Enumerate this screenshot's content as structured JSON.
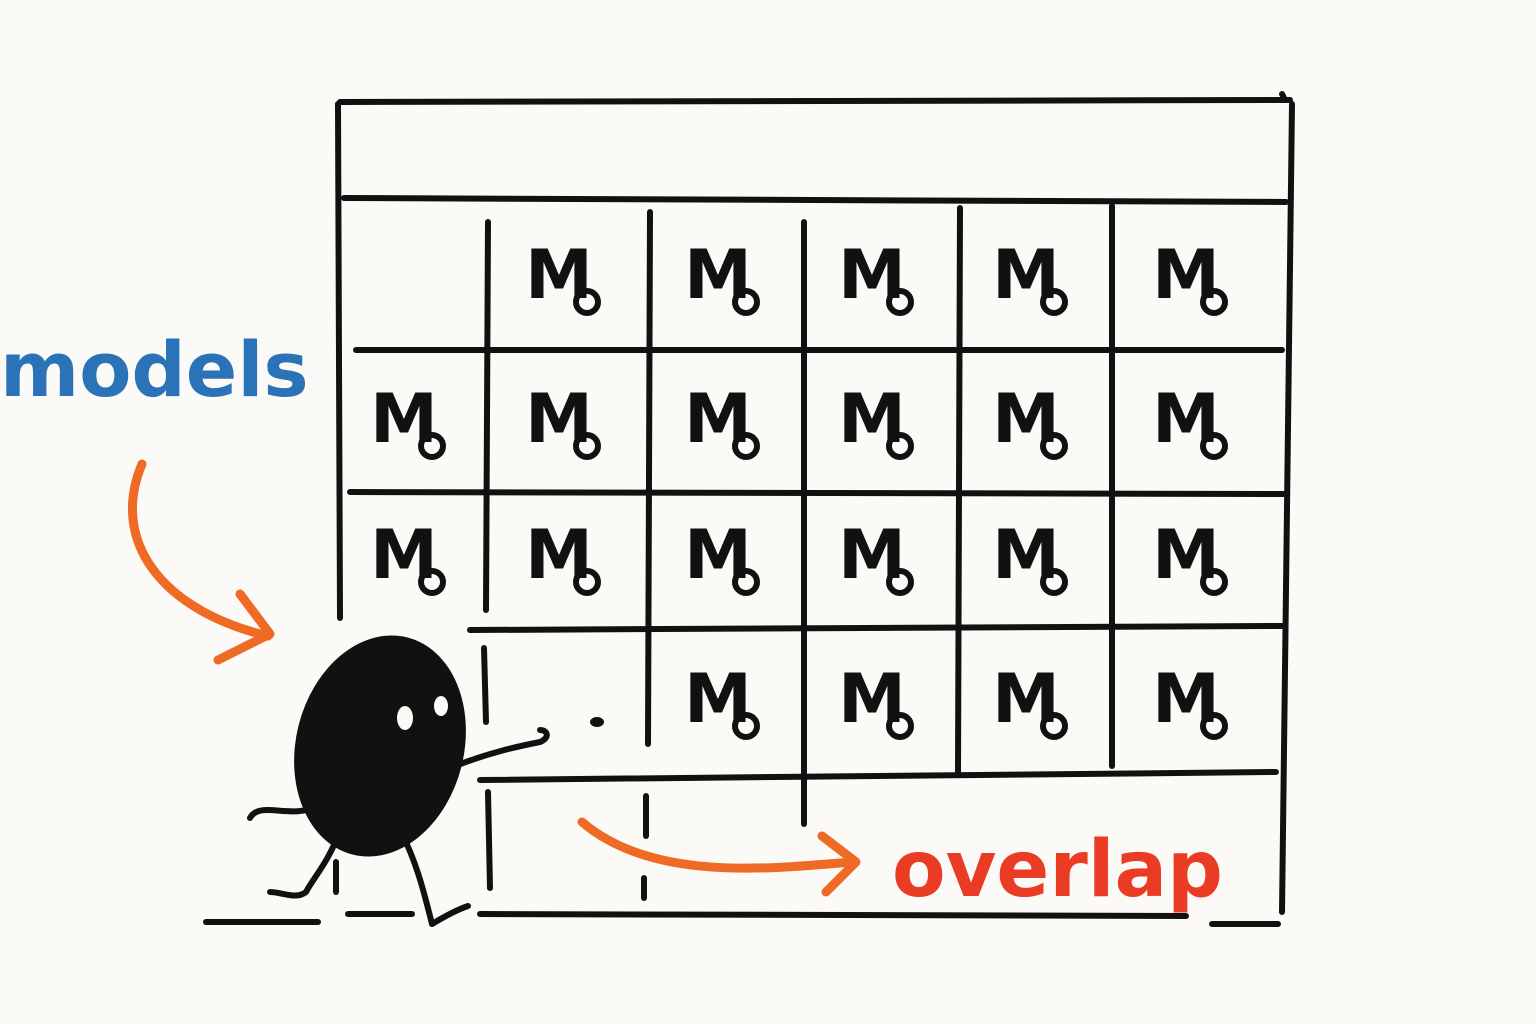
{
  "labels": {
    "models": "models",
    "overlap": "overlap"
  },
  "cell_glyph": "M",
  "grid": {
    "rows": [
      [
        false,
        true,
        true,
        true,
        true,
        true
      ],
      [
        true,
        true,
        true,
        true,
        true,
        true
      ],
      [
        true,
        true,
        true,
        true,
        true,
        true
      ],
      [
        false,
        false,
        true,
        true,
        true,
        true
      ]
    ],
    "cursor_dot_row": 3,
    "cursor_dot_col": 1
  },
  "colors": {
    "ink": "#111111",
    "models_label": "#2a73b8",
    "overlap_label": "#ea3b24",
    "arrows": "#ef6a24",
    "paper": "#fbfaf6"
  },
  "icons": {
    "character": "blob-character-icon",
    "arrow_models": "curved-arrow-icon",
    "arrow_overlap": "curved-arrow-icon"
  }
}
